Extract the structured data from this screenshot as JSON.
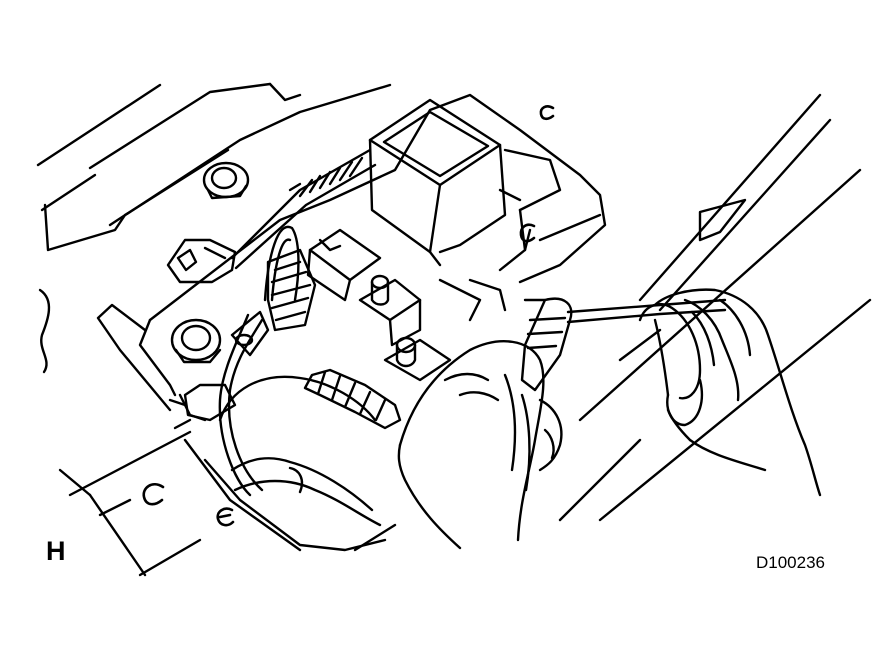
{
  "diagram": {
    "panel_letter": "H",
    "figure_code": "D100236",
    "clip_marks": [
      "C",
      "C",
      "C",
      "C"
    ]
  },
  "colors": {
    "ink": "#000000",
    "paper": "#ffffff"
  }
}
